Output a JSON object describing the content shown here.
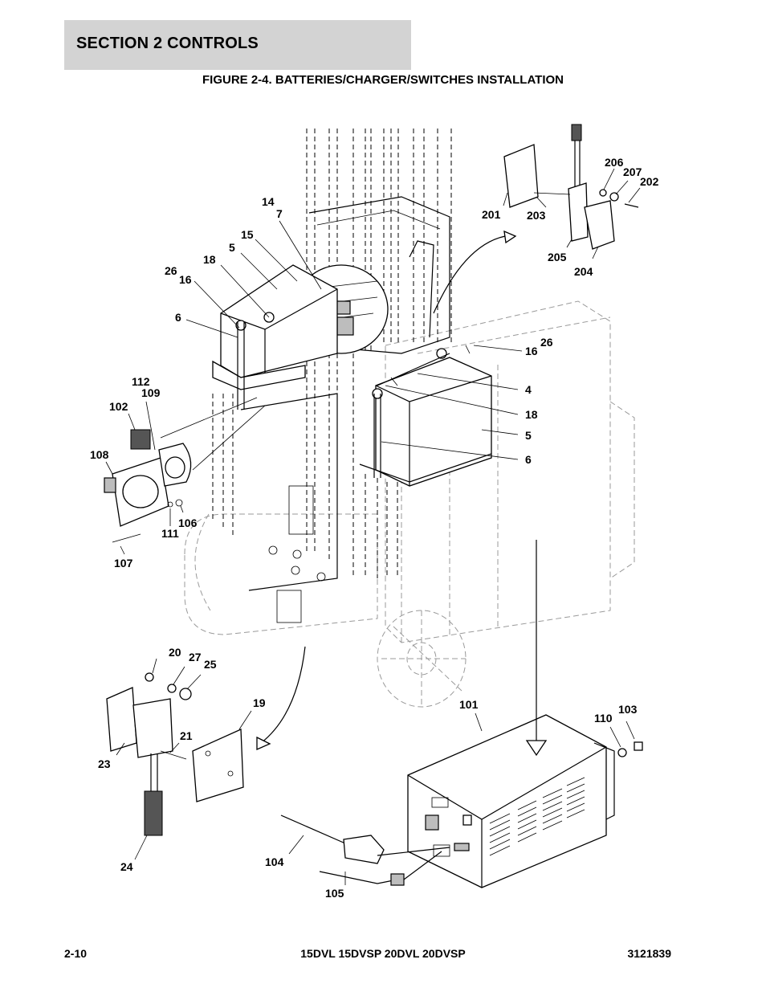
{
  "header": {
    "section": "SECTION 2   CONTROLS",
    "figure_title": "FIGURE 2-4. BATTERIES/CHARGER/SWITCHES INSTALLATION"
  },
  "footer": {
    "page": "2-10",
    "models": "15DVL 15DVSP 20DVL 20DVSP",
    "doc_number": "3121839"
  },
  "callouts": {
    "c14": "14",
    "c7": "7",
    "c15": "15",
    "c5a": "5",
    "c18a": "18",
    "c26a": "26",
    "c16a": "16",
    "c6a": "6",
    "c112": "112",
    "c109": "109",
    "c102": "102",
    "c108": "108",
    "c106": "106",
    "c111": "111",
    "c107": "107",
    "c201": "201",
    "c203": "203",
    "c206": "206",
    "c207": "207",
    "c202": "202",
    "c205": "205",
    "c204": "204",
    "c26b": "26",
    "c16b": "16",
    "c4": "4",
    "c18b": "18",
    "c5b": "5",
    "c6b": "6",
    "c20": "20",
    "c27": "27",
    "c25": "25",
    "c19": "19",
    "c21": "21",
    "c23": "23",
    "c24": "24",
    "c101": "101",
    "c103": "103",
    "c110": "110",
    "c104": "104",
    "c105": "105"
  }
}
